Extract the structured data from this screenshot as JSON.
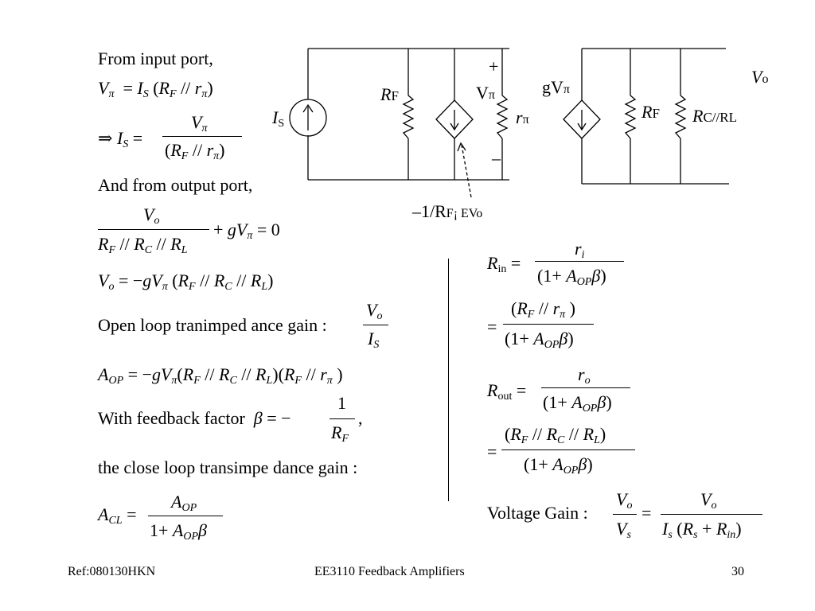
{
  "left": {
    "from_input_port": "From input  port,",
    "and_from_output_port": "And from output port,",
    "open_loop_label": "Open loop tranimped ance gain :",
    "feedback_factor_label": "With  feedback  factor",
    "close_loop_label": "the close loop transimpe dance gain :"
  },
  "right": {
    "voltage_gain_label": "Voltage  Gain :"
  },
  "circuit": {
    "is_label": "I",
    "is_sub": "S",
    "rf_label": "R",
    "rf_sub": "F",
    "vpi_label": "V",
    "pi": "π",
    "rpi_label": "r",
    "plus": "+",
    "minus": "–",
    "gvpi_label": "gV",
    "rf2_label": "R",
    "rf2_sub": "F",
    "rcrl_label": "R",
    "rcrl_mid": "C//R",
    "rcrl_sub": "L",
    "vo_label": "V",
    "vo_sub": "o",
    "annot": "–1/R",
    "annot_sub": "F",
    "annot_tail": "¡ EVo"
  },
  "footer": {
    "ref": "Ref:080130HKN",
    "title": "EE3110 Feedback Amplifiers",
    "page": "30"
  }
}
